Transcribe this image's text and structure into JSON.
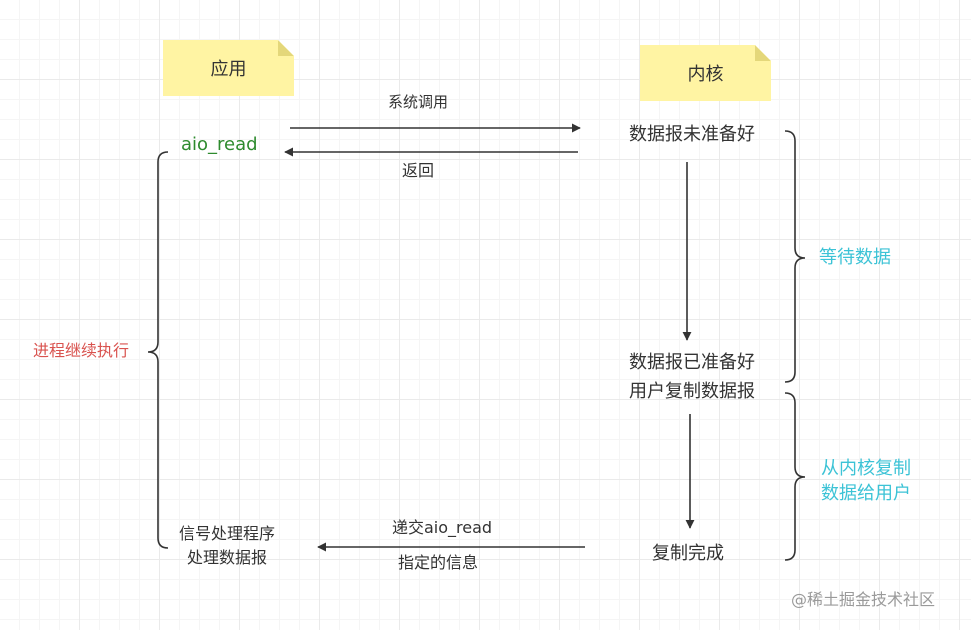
{
  "nodes": {
    "app": "应用",
    "kernel": "内核",
    "aio_read": "aio_read",
    "not_ready": "数据报未准备好",
    "ready_line1": "数据报已准备好",
    "ready_line2": "用户复制数据报",
    "copy_done": "复制完成",
    "signal_line1": "信号处理程序",
    "signal_line2": "处理数据报"
  },
  "edges": {
    "syscall": "系统调用",
    "return": "返回",
    "deliver_line1": "递交aio_read",
    "deliver_line2": "指定的信息"
  },
  "braces": {
    "process_continues": "进程继续执行",
    "wait_data": "等待数据",
    "copy_line1": "从内核复制",
    "copy_line2": "数据给用户"
  },
  "watermark": "@稀土掘金技术社区",
  "colors": {
    "note": "#fff4a3",
    "aio_read": "#2e8b2e",
    "process": "#d9534f",
    "phase": "#3cc3d6"
  }
}
